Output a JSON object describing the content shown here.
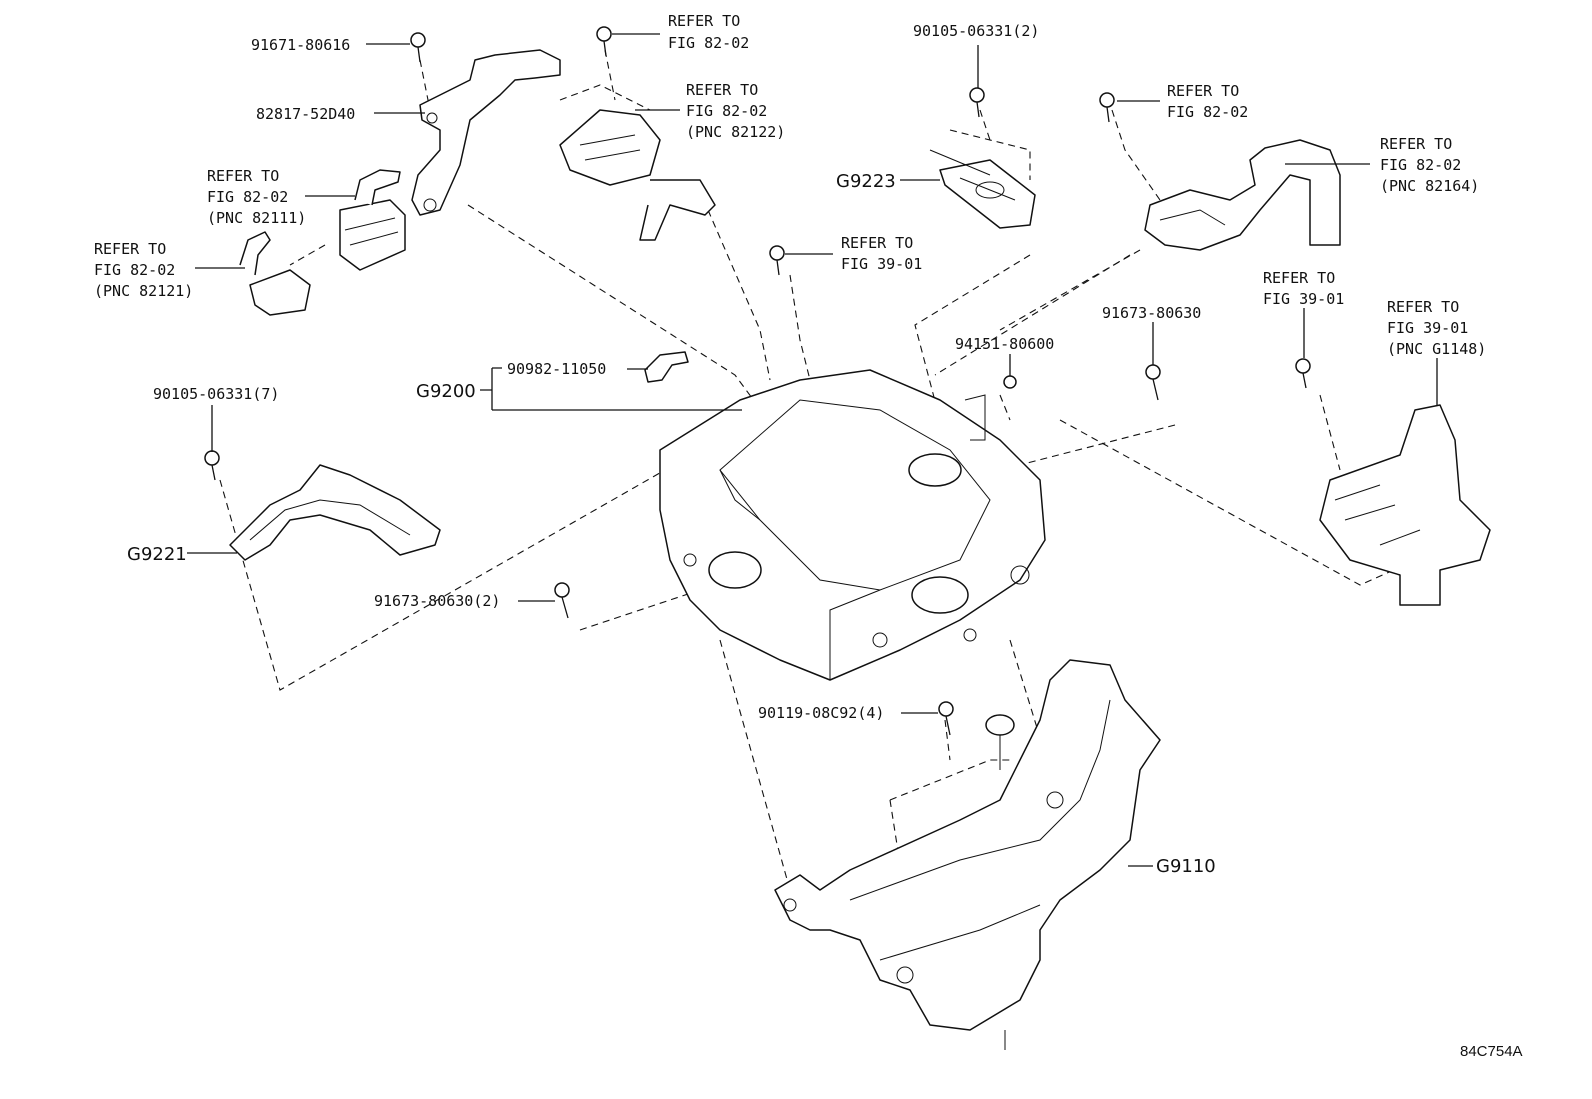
{
  "diagram_id": "84C754A",
  "parts": {
    "p1": "91671-80616",
    "p2": "82817-52D40",
    "p3": "90105-06331(2)",
    "p4": "94151-80600",
    "p5": "91673-80630",
    "p6": "90982-11050",
    "p7": "90105-06331(7)",
    "p8": "91673-80630(2)",
    "p9": "90119-08C92(4)"
  },
  "groups": {
    "g1": "G9223",
    "g2": "G9200",
    "g3": "G9221",
    "g4": "G9110"
  },
  "refs": {
    "r1": {
      "l1": "REFER TO",
      "l2": "FIG 82-02",
      "l3": ""
    },
    "r2": {
      "l1": "REFER TO",
      "l2": "FIG 82-02",
      "l3": "(PNC 82122)"
    },
    "r3": {
      "l1": "REFER TO",
      "l2": "FIG 82-02",
      "l3": "(PNC 82111)"
    },
    "r4": {
      "l1": "REFER TO",
      "l2": "FIG 82-02",
      "l3": "(PNC 82121)"
    },
    "r5": {
      "l1": "REFER TO",
      "l2": "FIG 39-01",
      "l3": ""
    },
    "r6": {
      "l1": "REFER TO",
      "l2": "FIG 82-02",
      "l3": ""
    },
    "r7": {
      "l1": "REFER TO",
      "l2": "FIG 82-02",
      "l3": "(PNC 82164)"
    },
    "r8": {
      "l1": "REFER TO",
      "l2": "FIG 39-01",
      "l3": ""
    },
    "r9": {
      "l1": "REFER TO",
      "l2": "FIG 39-01",
      "l3": "(PNC G1148)"
    }
  }
}
